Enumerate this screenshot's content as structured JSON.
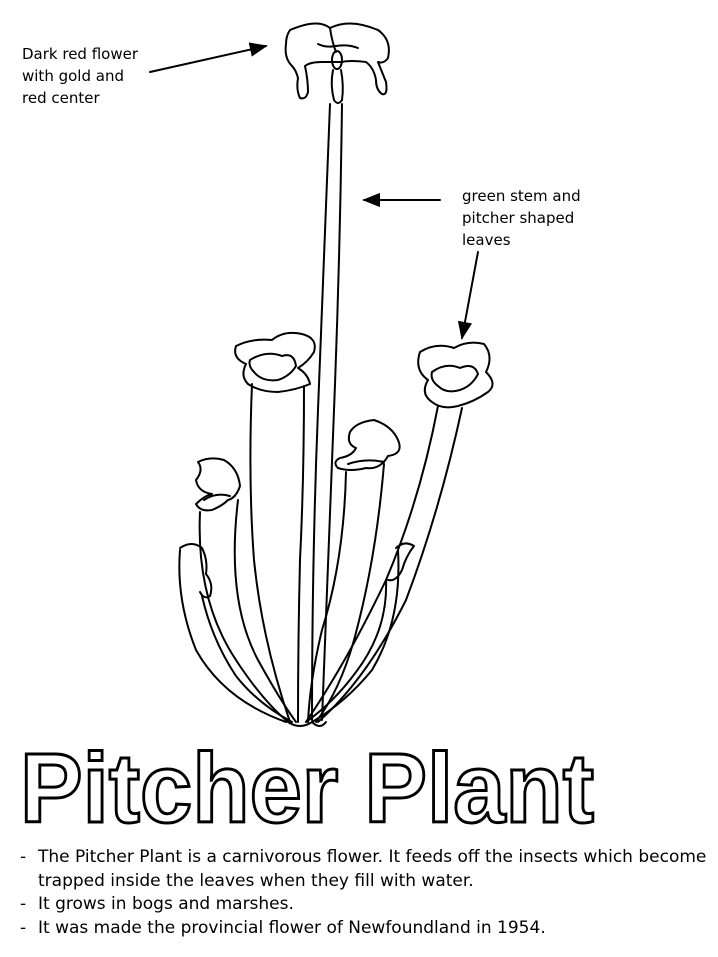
{
  "labels": {
    "flower": "Dark red flower\nwith gold and\nred center",
    "stem": "green stem and\npitcher shaped\nleaves"
  },
  "title": "Pitcher Plant",
  "facts": [
    "The Pitcher Plant is a carnivorous flower.  It feeds off the insects which become trapped inside the leaves when they fill with water.",
    "It grows in bogs and marshes.",
    "It was made the provincial flower of Newfoundland in 1954."
  ],
  "colors": {
    "ink": "#000000",
    "paper": "#ffffff"
  }
}
